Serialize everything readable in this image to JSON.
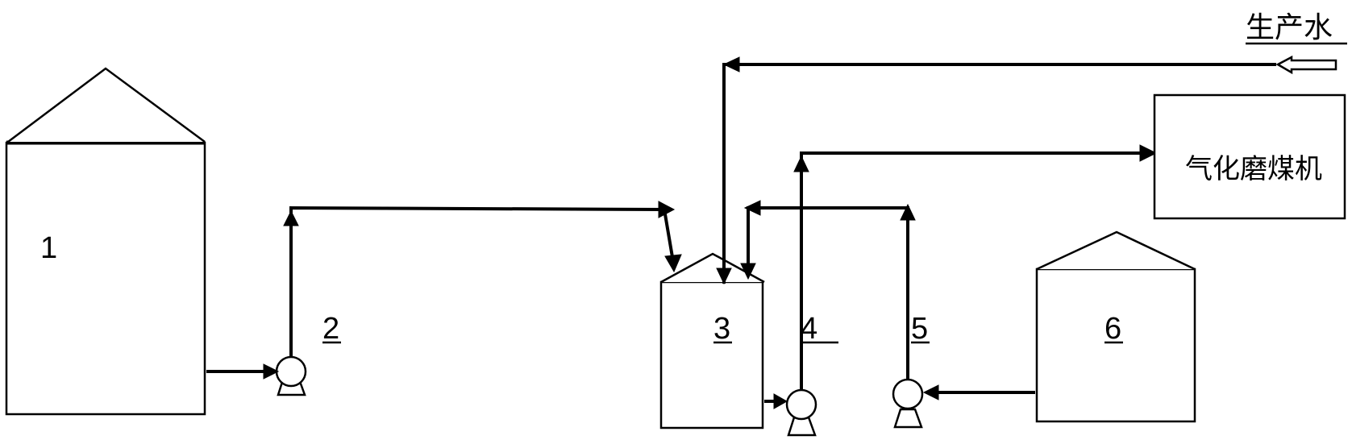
{
  "diagram": {
    "labels": {
      "tank1": "1",
      "pump2": "2",
      "tank3": "3",
      "pump4": "4",
      "pump5": "5",
      "tank6": "6"
    },
    "water_source": "生产水",
    "mill_label": "气化磨煤机"
  }
}
